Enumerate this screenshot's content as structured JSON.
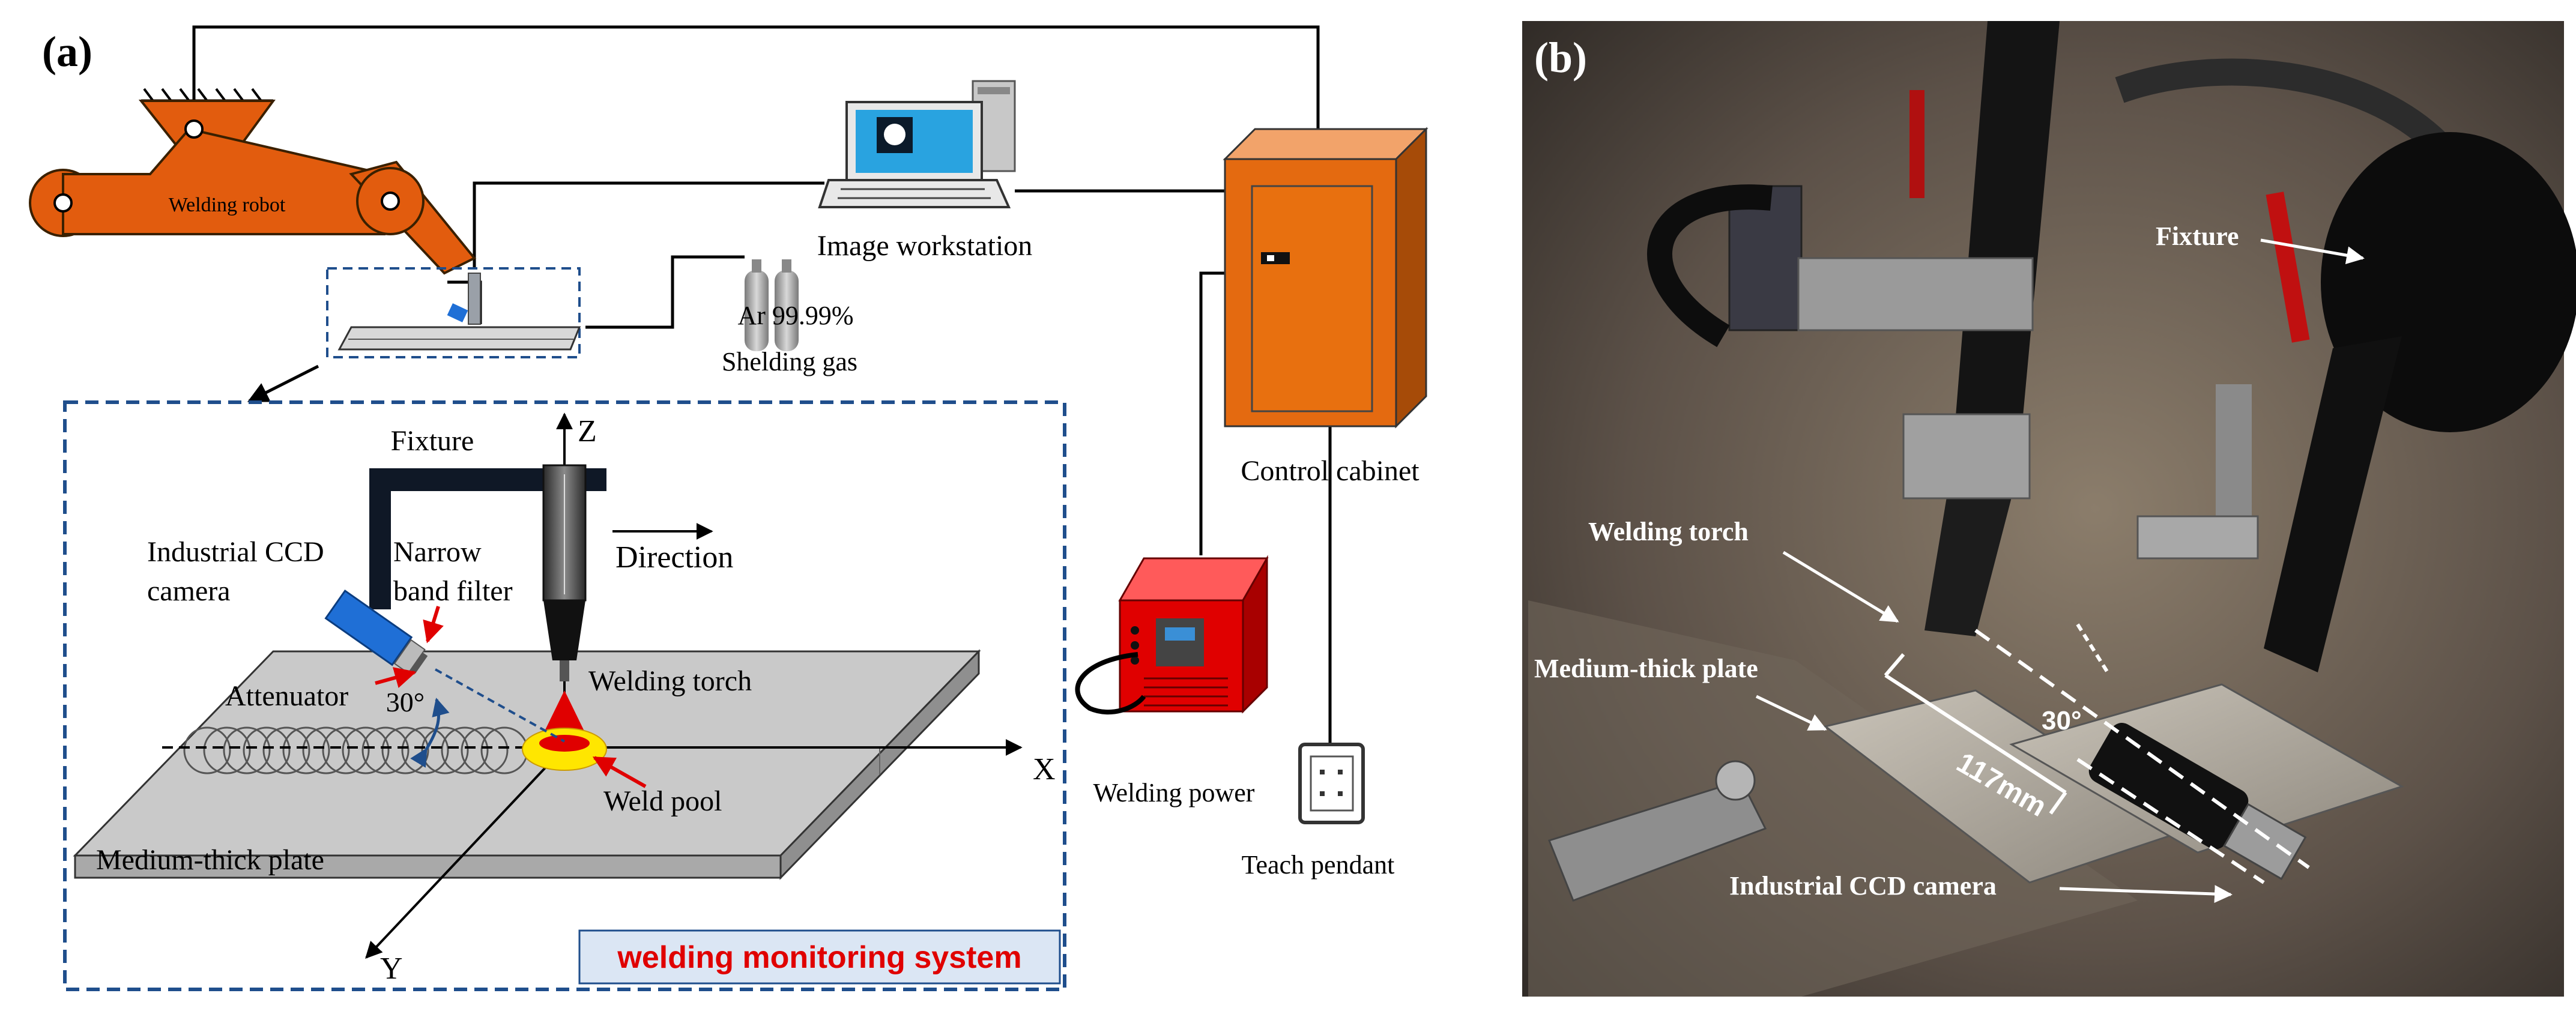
{
  "panel_a": {
    "label": "(a)",
    "robot_label": "Welding robot",
    "workstation_label": "Image workstation",
    "gas_label": "Ar 99.99%",
    "gas_caption": "Shelding gas",
    "cabinet_label": "Control cabinet",
    "power_label": "Welding power",
    "pendant_label": "Teach pendant",
    "fixture_label": "Fixture",
    "ccd_label_line1": "Industrial CCD",
    "ccd_label_line2": "camera",
    "filter_label_line1": "Narrow",
    "filter_label_line2": "band filter",
    "direction_label": "Direction",
    "torch_label": "Welding torch",
    "attenuator_label": "Attenuator",
    "angle_label": "30°",
    "weld_pool_label": "Weld pool",
    "plate_label": "Medium-thick plate",
    "axis_x": "X",
    "axis_y": "Y",
    "axis_z": "Z",
    "system_label": "welding monitoring system",
    "colors": {
      "robot": "#e25c0e",
      "cabinet": "#e46a10",
      "power": "#e00000",
      "camera": "#1f6fd6",
      "torch_tip": "#e00000",
      "pool": "#ffe600",
      "frame": "#1f4e8c",
      "system_text": "#e00000",
      "system_bg": "#dbe6f4"
    }
  },
  "panel_b": {
    "label": "(b)",
    "fixture_label": "Fixture",
    "torch_label": "Welding torch",
    "plate_label": "Medium-thick plate",
    "distance_label": "117mm",
    "angle_label": "30°",
    "camera_label": "Industrial CCD camera"
  }
}
